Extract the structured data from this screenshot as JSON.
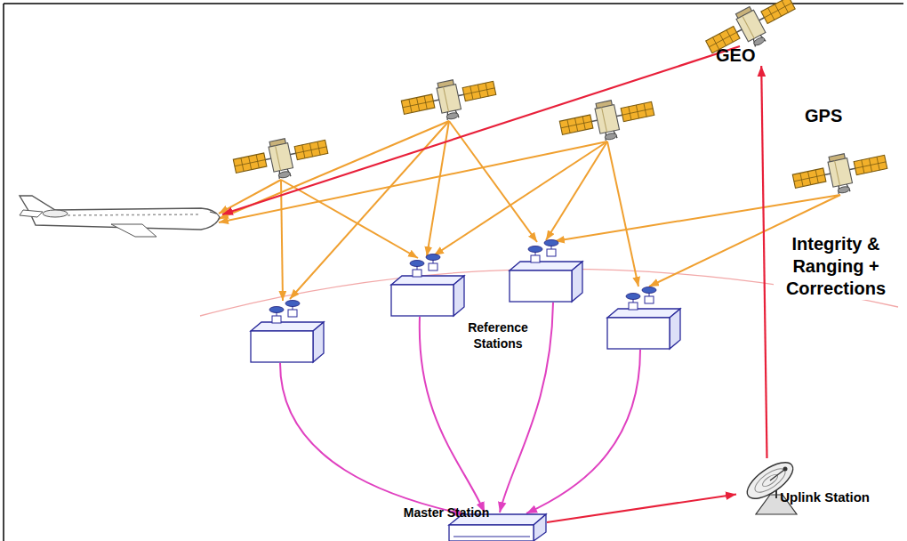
{
  "diagram": {
    "nodes": [
      {
        "text": [
          "GEO"
        ]
      },
      {
        "text": [
          "GPS"
        ]
      },
      {
        "text": [
          "Master Station"
        ]
      },
      {
        "text": [
          "Uplink Station"
        ]
      }
    ],
    "edges": [
      {
        "from": 2,
        "to": 3,
        "arrow": "to"
      },
      {
        "from": 3,
        "to": 0,
        "arrow": "to"
      }
    ],
    "labels": [
      "Reference Stations",
      "Integrity & Ranging + Corrections"
    ]
  }
}
